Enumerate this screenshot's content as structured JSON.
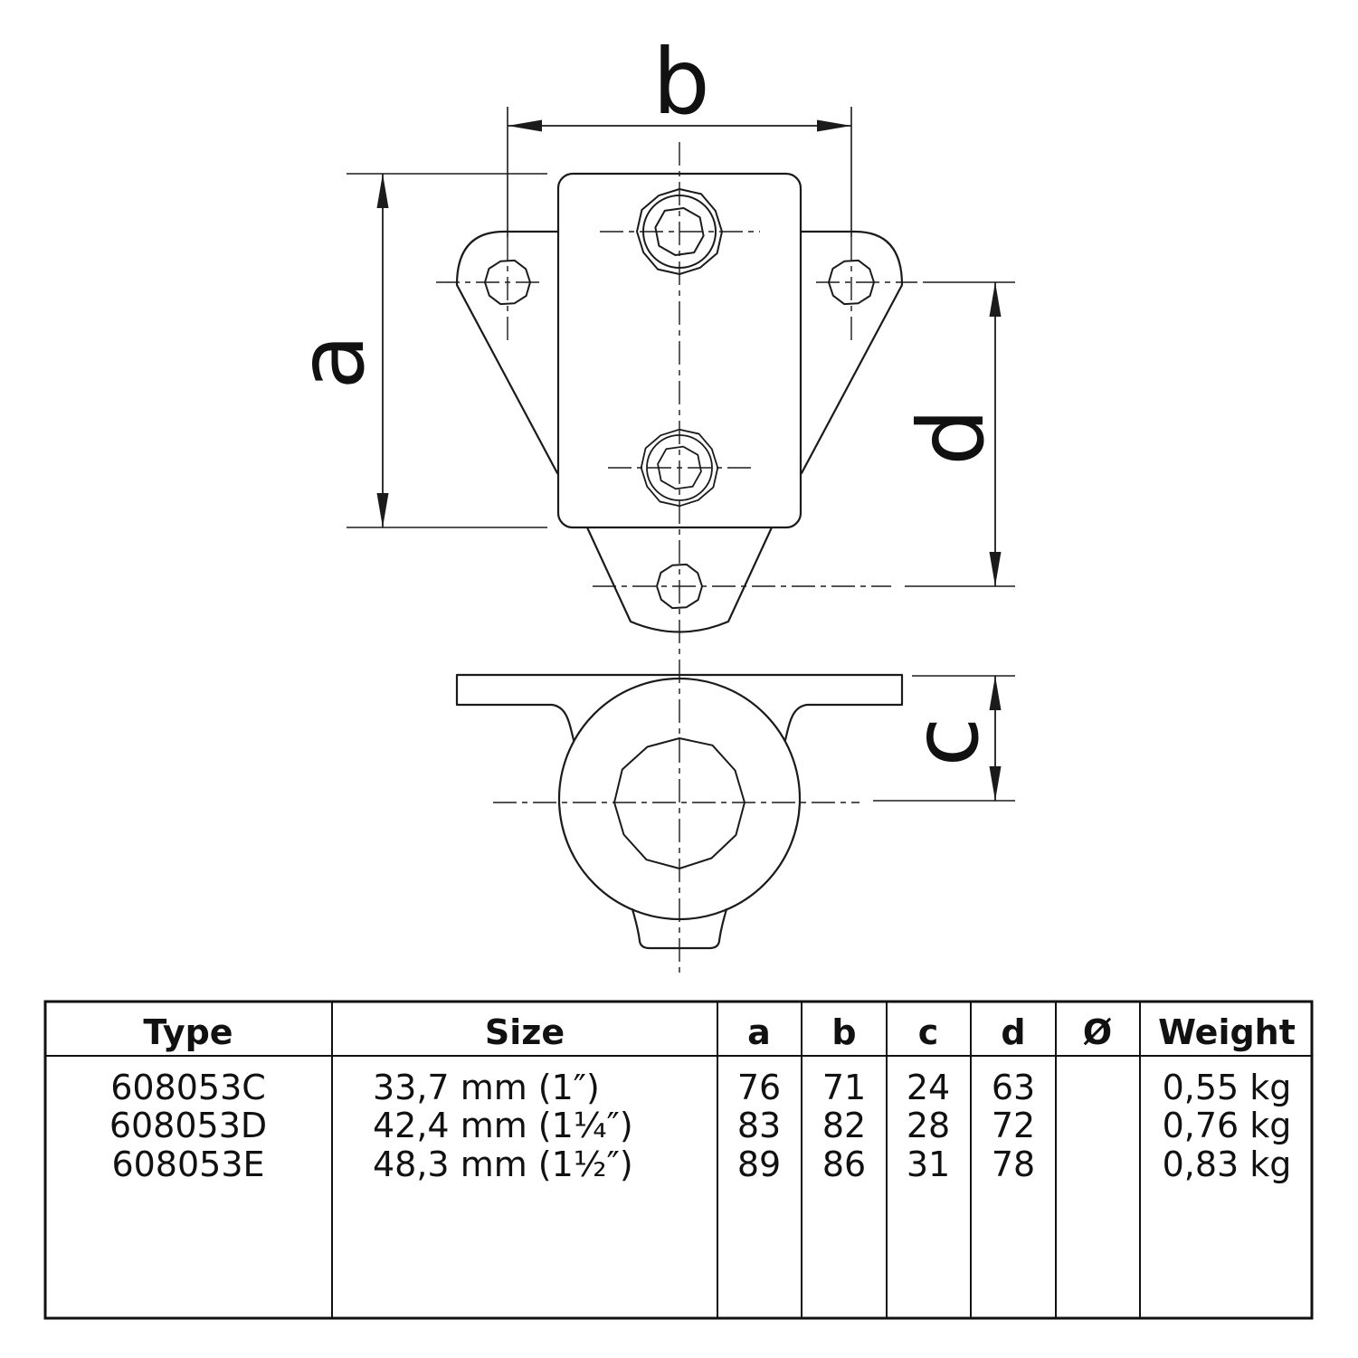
{
  "drawing": {
    "labels": {
      "a": "a",
      "b": "b",
      "c": "c",
      "d": "d"
    }
  },
  "table": {
    "headers": {
      "type": "Type",
      "size": "Size",
      "a": "a",
      "b": "b",
      "c": "c",
      "d": "d",
      "diameter": "Ø",
      "weight": "Weight"
    },
    "rows": [
      {
        "type": "608053C",
        "size": "33,7 mm (1″)",
        "a": "76",
        "b": "71",
        "c": "24",
        "d": "63",
        "diameter": "",
        "weight": "0,55 kg"
      },
      {
        "type": "608053D",
        "size": "42,4 mm (1¼″)",
        "a": "83",
        "b": "82",
        "c": "28",
        "d": "72",
        "diameter": "",
        "weight": "0,76 kg"
      },
      {
        "type": "608053E",
        "size": "48,3 mm (1½″)",
        "a": "89",
        "b": "86",
        "c": "31",
        "d": "78",
        "diameter": "",
        "weight": "0,83 kg"
      }
    ]
  }
}
